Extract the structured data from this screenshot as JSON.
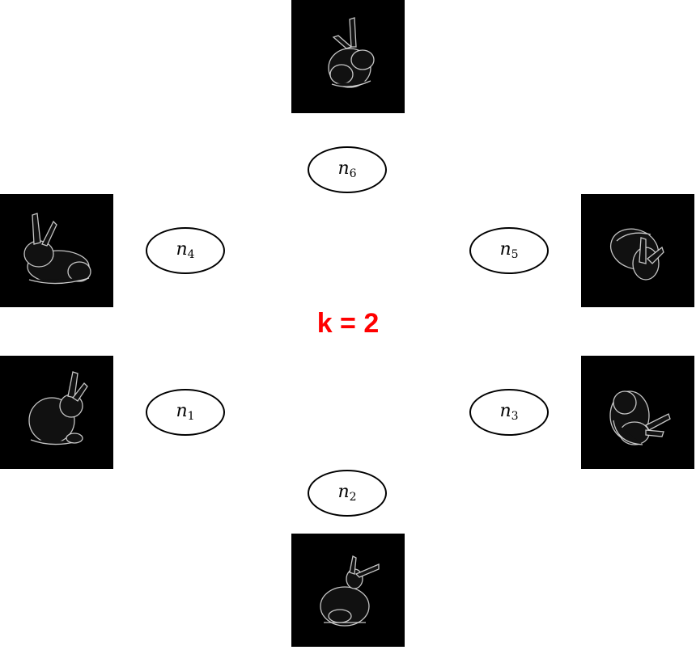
{
  "center_label": {
    "text": "k = 2",
    "color": "#ff0000"
  },
  "nodes": [
    {
      "var": "n",
      "index": "1"
    },
    {
      "var": "n",
      "index": "2"
    },
    {
      "var": "n",
      "index": "3"
    },
    {
      "var": "n",
      "index": "4"
    },
    {
      "var": "n",
      "index": "5"
    },
    {
      "var": "n",
      "index": "6"
    }
  ],
  "thumbnails": [
    {
      "node": "1",
      "subject": "bunny-point-cloud",
      "view": "side-facing-right"
    },
    {
      "node": "2",
      "subject": "bunny-point-cloud",
      "view": "side-facing-right-upright"
    },
    {
      "node": "3",
      "subject": "bunny-point-cloud",
      "view": "back"
    },
    {
      "node": "4",
      "subject": "bunny-point-cloud",
      "view": "side-facing-left"
    },
    {
      "node": "5",
      "subject": "bunny-point-cloud",
      "view": "top"
    },
    {
      "node": "6",
      "subject": "bunny-point-cloud",
      "view": "three-quarter-back"
    }
  ],
  "colors": {
    "thumbnail_background": "#000000",
    "point_cloud": "#e6e6e6",
    "node_border": "#000000"
  }
}
